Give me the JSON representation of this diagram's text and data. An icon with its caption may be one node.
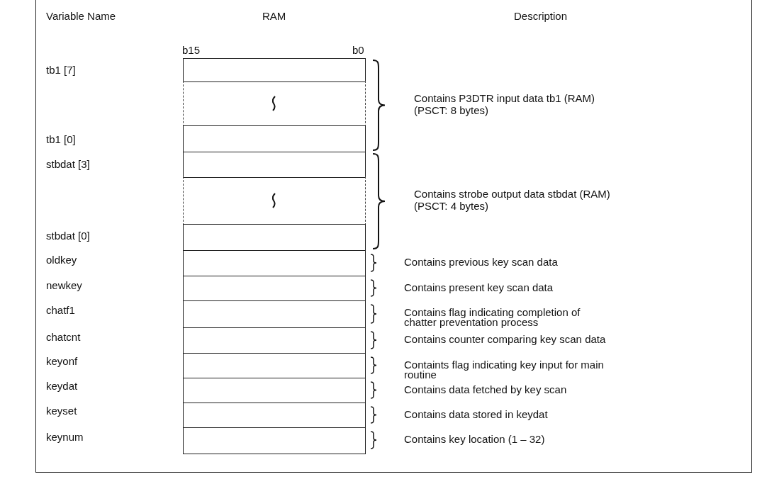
{
  "diagram": {
    "nodes": [
      {
        "text": [],
        "shape": "box"
      },
      {
        "text": [],
        "shape": "break"
      },
      {
        "text": [],
        "shape": "box"
      },
      {
        "text": [],
        "shape": "box"
      },
      {
        "text": [],
        "shape": "break"
      },
      {
        "text": [],
        "shape": "box"
      },
      {
        "text": [],
        "shape": "box"
      },
      {
        "text": [],
        "shape": "box"
      },
      {
        "text": [],
        "shape": "box"
      },
      {
        "text": [],
        "shape": "box"
      },
      {
        "text": [],
        "shape": "box"
      },
      {
        "text": [],
        "shape": "box"
      },
      {
        "text": [],
        "shape": "box"
      },
      {
        "text": [],
        "shape": "box"
      }
    ],
    "labels": [
      "Variable Name",
      "RAM",
      "Description",
      "b15",
      "b0",
      "tb1 [7]",
      "Contains P3DTR input data tb1 (RAM) (PSCT: 8 bytes)",
      "tb1 [0]",
      "stbdat [3]",
      "Contains strobe output data stbdat (RAM) (PSCT: 4 bytes)",
      "stbdat [0]",
      "oldkey",
      "Contains previous key scan data",
      "newkey",
      "Contains present key scan data",
      "chatf1",
      "Contains flag indicating completion of chatter preventation process",
      "chatcnt",
      "Contains counter comparing key scan data",
      "keyonf",
      "Containts flag indicating key input for main routine",
      "keydat",
      "Contains data fetched by key scan",
      "keyset",
      "Contains data stored in keydat",
      "keynum",
      "Contains key location (1 – 32)"
    ]
  }
}
